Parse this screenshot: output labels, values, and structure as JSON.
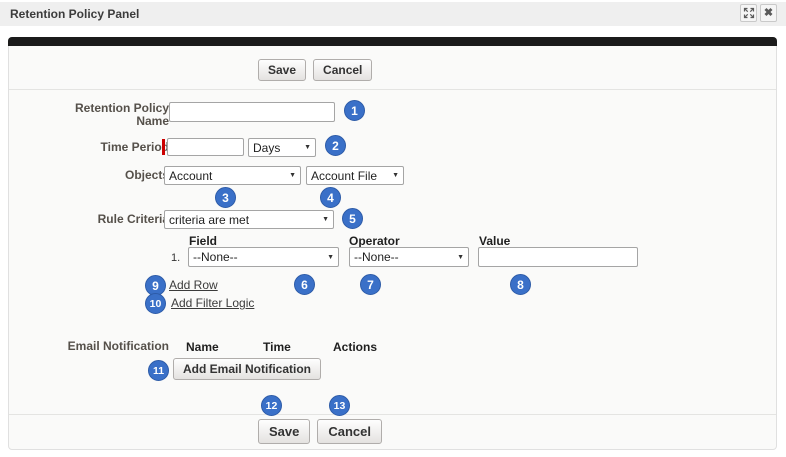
{
  "window": {
    "title": "Retention Policy Panel",
    "controls": {
      "expand_icon": "expand-icon",
      "close_icon": "close-icon",
      "close_glyph": "✖"
    }
  },
  "toolbar_top": {
    "save_label": "Save",
    "cancel_label": "Cancel"
  },
  "form": {
    "retention_policy_name": {
      "label": "Retention Policy Name",
      "value": "",
      "badge": "1"
    },
    "time_period": {
      "label": "Time Period",
      "value": "",
      "required": true,
      "unit_selected": "Days",
      "badge": "2"
    },
    "objects": {
      "label": "Objects",
      "primary_selected": "Account",
      "secondary_selected": "Account File",
      "badge_primary": "3",
      "badge_secondary": "4"
    },
    "rule_criteria": {
      "label": "Rule Criteria",
      "selected": "criteria are met",
      "badge": "5"
    },
    "criteria_table": {
      "headers": {
        "field": "Field",
        "operator": "Operator",
        "value": "Value"
      },
      "rows": [
        {
          "index": "1.",
          "field": "--None--",
          "operator": "--None--",
          "value": "",
          "badges": {
            "field": "6",
            "operator": "7",
            "value": "8"
          }
        }
      ],
      "add_row_label": "Add Row",
      "add_row_badge": "9",
      "add_filter_logic_label": "Add Filter Logic",
      "add_filter_logic_badge": "10"
    },
    "email_notification": {
      "label": "Email Notification",
      "headers": {
        "name": "Name",
        "time": "Time",
        "actions": "Actions"
      },
      "add_button_label": "Add Email Notification",
      "badge": "11"
    }
  },
  "toolbar_bottom": {
    "save_label": "Save",
    "save_badge": "12",
    "cancel_label": "Cancel",
    "cancel_badge": "13"
  },
  "colors": {
    "badge_bg": "#3a70c8",
    "required_red": "#cc0000",
    "black_bar": "#1b1b1b",
    "titlebar_bg": "#efefef"
  }
}
